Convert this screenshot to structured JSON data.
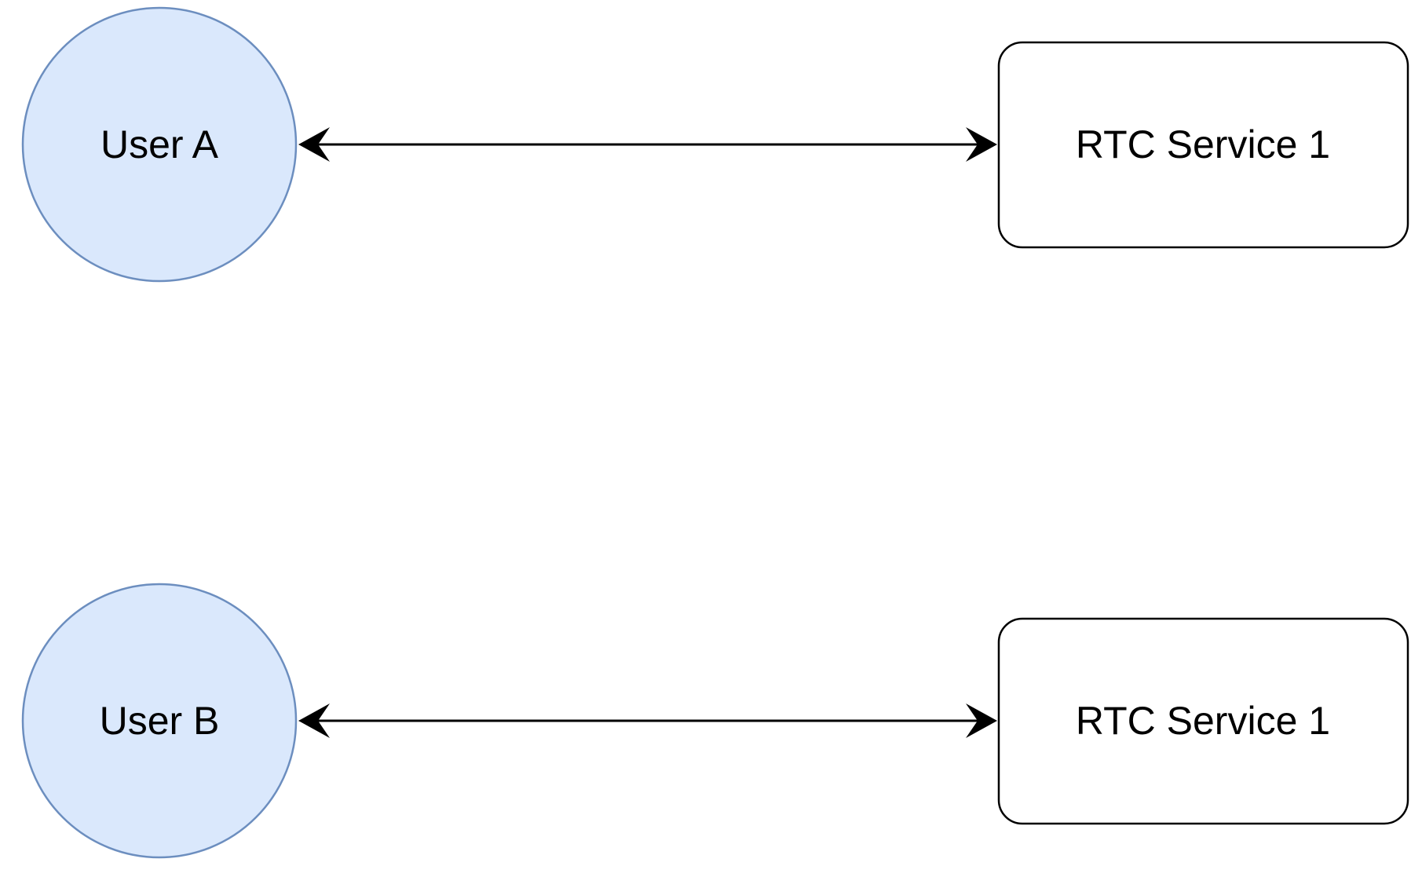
{
  "diagram": {
    "user_a": {
      "label": "User A"
    },
    "user_b": {
      "label": "User B"
    },
    "service_top": {
      "label": "RTC Service 1"
    },
    "service_bottom": {
      "label": "RTC Service 1"
    }
  },
  "colors": {
    "user_fill": "#dae8fc",
    "user_stroke": "#6c8ebf",
    "service_fill": "#ffffff",
    "service_stroke": "#000000",
    "edge": "#000000"
  },
  "edges": [
    {
      "from": "User A",
      "to": "RTC Service 1",
      "direction": "bidirectional"
    },
    {
      "from": "User B",
      "to": "RTC Service 1",
      "direction": "bidirectional"
    }
  ]
}
